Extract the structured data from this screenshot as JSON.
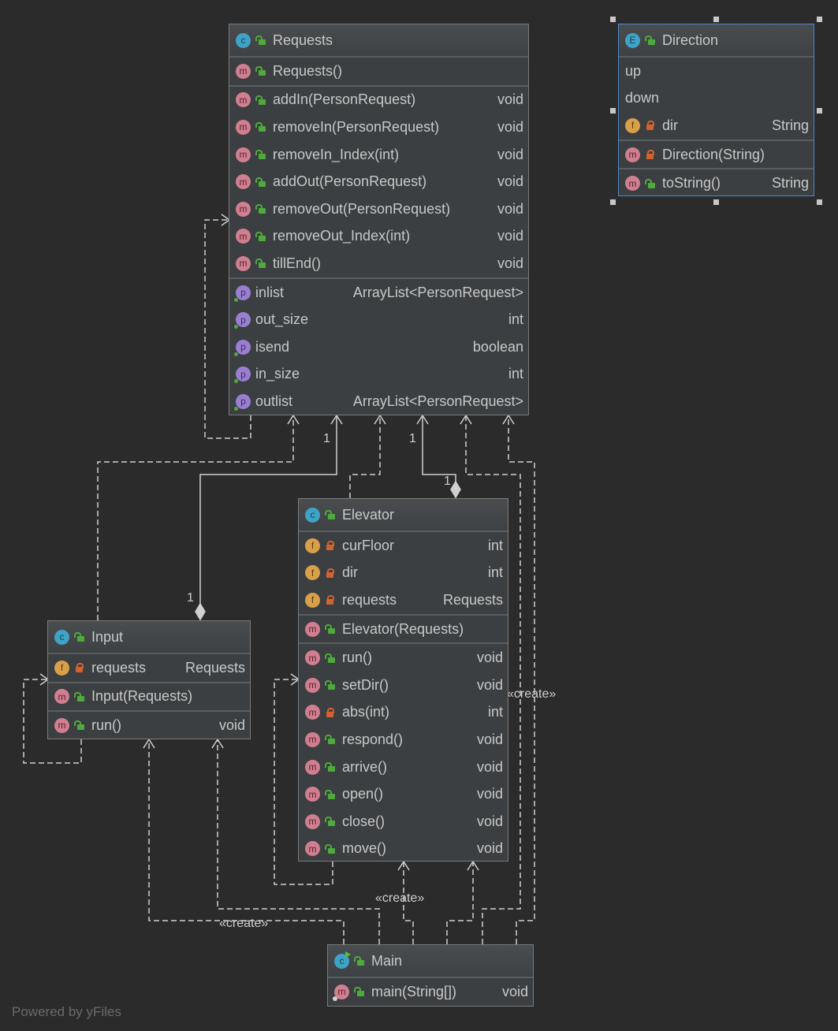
{
  "diagram": {
    "watermark": "Powered by yFiles",
    "colors": {
      "background": "#2b2b2b",
      "node_fill": "#3c3f41",
      "edge": "#d0d0d0",
      "selection": "#4a88c7",
      "class_badge": "#3ea3c6",
      "method_badge": "#d07f90",
      "field_badge": "#d9a04a",
      "property_badge": "#9a7fd1",
      "public_lock": "#4eaa3c",
      "private_lock": "#d4622e"
    }
  },
  "nodes": {
    "requests": {
      "kind": "class-icon",
      "badge": "c",
      "title": "Requests",
      "visibility": "public",
      "constructors": [
        {
          "badge": "m",
          "visibility": "public",
          "name": "Requests()",
          "type": ""
        }
      ],
      "methods": [
        {
          "badge": "m",
          "visibility": "public",
          "name": "addIn(PersonRequest)",
          "type": "void"
        },
        {
          "badge": "m",
          "visibility": "public",
          "name": "removeIn(PersonRequest)",
          "type": "void"
        },
        {
          "badge": "m",
          "visibility": "public",
          "name": "removeIn_Index(int)",
          "type": "void"
        },
        {
          "badge": "m",
          "visibility": "public",
          "name": "addOut(PersonRequest)",
          "type": "void"
        },
        {
          "badge": "m",
          "visibility": "public",
          "name": "removeOut(PersonRequest)",
          "type": "void"
        },
        {
          "badge": "m",
          "visibility": "public",
          "name": "removeOut_Index(int)",
          "type": "void"
        },
        {
          "badge": "m",
          "visibility": "public",
          "name": "tillEnd()",
          "type": "void"
        }
      ],
      "properties": [
        {
          "badge": "p",
          "name": "inlist",
          "type": "ArrayList<PersonRequest>"
        },
        {
          "badge": "p",
          "name": "out_size",
          "type": "int"
        },
        {
          "badge": "p",
          "name": "isend",
          "type": "boolean"
        },
        {
          "badge": "p",
          "name": "in_size",
          "type": "int"
        },
        {
          "badge": "p",
          "name": "outlist",
          "type": "ArrayList<PersonRequest>"
        }
      ]
    },
    "direction": {
      "kind": "enum-icon",
      "badge": "E",
      "title": "Direction",
      "visibility": "public",
      "selected": true,
      "constants": [
        "up",
        "down"
      ],
      "fields": [
        {
          "badge": "f",
          "visibility": "private",
          "name": "dir",
          "type": "String"
        }
      ],
      "constructors": [
        {
          "badge": "m",
          "visibility": "private",
          "name": "Direction(String)",
          "type": ""
        }
      ],
      "methods": [
        {
          "badge": "m",
          "visibility": "public",
          "name": "toString()",
          "type": "String"
        }
      ]
    },
    "elevator": {
      "kind": "class-icon",
      "badge": "c",
      "title": "Elevator",
      "visibility": "public",
      "fields": [
        {
          "badge": "f",
          "visibility": "private",
          "name": "curFloor",
          "type": "int"
        },
        {
          "badge": "f",
          "visibility": "private",
          "name": "dir",
          "type": "int"
        },
        {
          "badge": "f",
          "visibility": "private",
          "name": "requests",
          "type": "Requests"
        }
      ],
      "constructors": [
        {
          "badge": "m",
          "visibility": "public",
          "name": "Elevator(Requests)",
          "type": ""
        }
      ],
      "methods": [
        {
          "badge": "m",
          "visibility": "public",
          "name": "run()",
          "type": "void"
        },
        {
          "badge": "m",
          "visibility": "public",
          "name": "setDir()",
          "type": "void"
        },
        {
          "badge": "m",
          "visibility": "private",
          "name": "abs(int)",
          "type": "int"
        },
        {
          "badge": "m",
          "visibility": "public",
          "name": "respond()",
          "type": "void"
        },
        {
          "badge": "m",
          "visibility": "public",
          "name": "arrive()",
          "type": "void"
        },
        {
          "badge": "m",
          "visibility": "public",
          "name": "open()",
          "type": "void"
        },
        {
          "badge": "m",
          "visibility": "public",
          "name": "close()",
          "type": "void"
        },
        {
          "badge": "m",
          "visibility": "public",
          "name": "move()",
          "type": "void"
        }
      ]
    },
    "input": {
      "kind": "class-icon",
      "badge": "c",
      "title": "Input",
      "visibility": "public",
      "fields": [
        {
          "badge": "f",
          "visibility": "private",
          "name": "requests",
          "type": "Requests"
        }
      ],
      "constructors": [
        {
          "badge": "m",
          "visibility": "public",
          "name": "Input(Requests)",
          "type": ""
        }
      ],
      "methods": [
        {
          "badge": "m",
          "visibility": "public",
          "name": "run()",
          "type": "void"
        }
      ]
    },
    "main": {
      "kind": "main-class-icon",
      "badge": "c",
      "title": "Main",
      "visibility": "public",
      "methods": [
        {
          "badge": "m",
          "visibility": "public",
          "static": true,
          "name": "main(String[])",
          "type": "void"
        }
      ]
    }
  },
  "edge_labels": {
    "input_requests_multiplicity_top": "1",
    "input_requests_multiplicity_bottom": "1",
    "elevator_requests_multiplicity_top": "1",
    "elevator_requests_multiplicity_bottom": "1",
    "create_main_elevator": "«create»",
    "create_main_input": "«create»",
    "create_main_requests": "«create»"
  }
}
